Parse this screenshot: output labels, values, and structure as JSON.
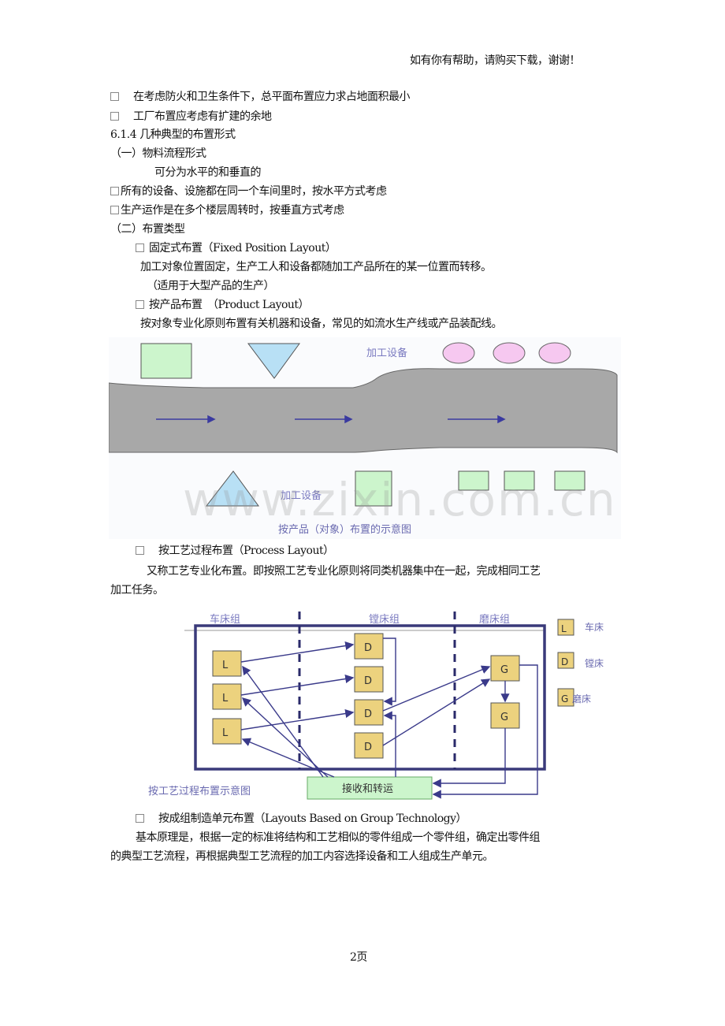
{
  "header": {
    "note": "如有你有帮助，请购买下载，谢谢！"
  },
  "lines": {
    "l1": "在考虑防火和卫生条件下，总平面布置应力求占地面积最小",
    "l2": "工厂布置应考虑有扩建的余地",
    "l3": "6.1.4 几种典型的布置形式",
    "l4": "（一）物料流程形式",
    "l5": "可分为水平的和垂直的",
    "l6": "所有的设备、设施都在同一个车间里时，按水平方式考虑",
    "l7": "生产运作是在多个楼层周转时，按垂直方式考虑",
    "l8": "（二）布置类型",
    "l9": "固定式布置（Fixed Position Layout）",
    "l10": "加工对象位置固定，生产工人和设备都随加工产品所在的某一位置而转移。",
    "l11": "（适用于大型产品的生产）",
    "l12": "按产品布置　（Product Layout）",
    "l13": "按对象专业化原则布置有关机器和设备，常见的如流水生产线或产品装配线。",
    "l14": "按工艺过程布置（Process Layout）",
    "l15": "又称工艺专业化布置。即按照工艺专业化原则将同类机器集中在一起，完成相同工艺",
    "l16": "加工任务。",
    "l17": "按成组制造单元布置（Layouts Based on Group Technology）",
    "l18": "基本原理是，根据一定的标准将结构和工艺相似的零件组成一个零件组，确定出零件组",
    "l19": "的典型工艺流程，再根据典型工艺流程的加工内容选择设备和工人组成生产单元。"
  },
  "product_diagram": {
    "top_label": "加工设备",
    "bottom_label": "加工设备",
    "caption": "按产品（对象）布置的示意图"
  },
  "process_diagram": {
    "group_labels": [
      "车床组",
      "镗床组",
      "磨床组"
    ],
    "machines": {
      "L": "L",
      "D": "D",
      "G": "G"
    },
    "legend": [
      {
        "code": "L",
        "name": "车床"
      },
      {
        "code": "D",
        "name": "镗床"
      },
      {
        "code": "G",
        "name": "磨床"
      }
    ],
    "receiving": "接收和转运",
    "caption": "按工艺过程布置示意图"
  },
  "watermark": "www.zixin.com.cn",
  "footer": {
    "page": "2页"
  },
  "colors": {
    "green": "#ccf5cc",
    "blue": "#b8e0f5",
    "pink": "#f6c8f0",
    "road": "#a8a8a8",
    "machine": "#ecd27e",
    "frame": "#3a3a7a",
    "caption": "#6a6ab0"
  }
}
